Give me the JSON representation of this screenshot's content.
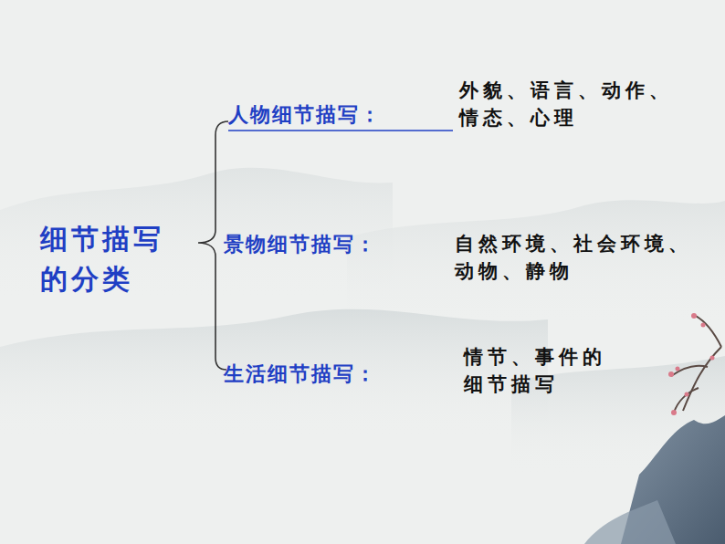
{
  "diagram": {
    "labels": [
      "细节描写 的分类",
      "人物细节描写：",
      "外貌、语言、动作、 情态、心理",
      "景物细节描写：",
      "自然环境、社会环境、 动物、静物",
      "生活细节描写：",
      "情节、事件的 细节描写"
    ]
  }
}
